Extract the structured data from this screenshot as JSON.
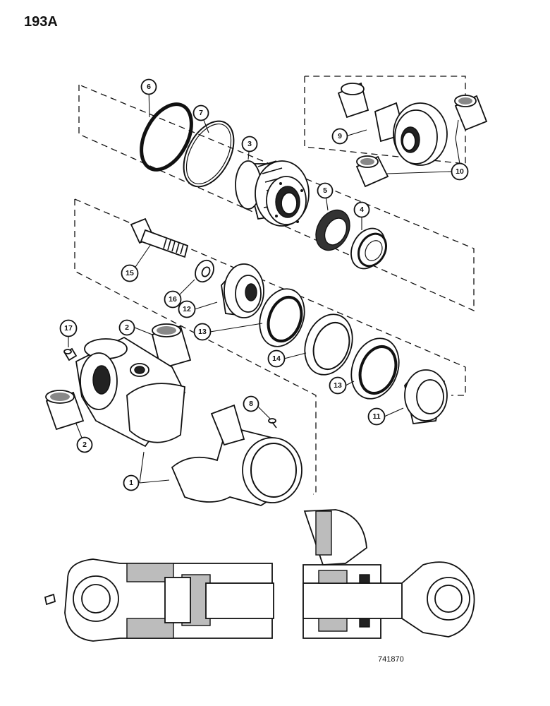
{
  "page_number": "193A",
  "drawing_number": "741870",
  "callouts": [
    {
      "label": "1"
    },
    {
      "label": "2"
    },
    {
      "label": "2"
    },
    {
      "label": "3"
    },
    {
      "label": "4"
    },
    {
      "label": "5"
    },
    {
      "label": "6"
    },
    {
      "label": "7"
    },
    {
      "label": "8"
    },
    {
      "label": "9"
    },
    {
      "label": "10"
    },
    {
      "label": "11"
    },
    {
      "label": "12"
    },
    {
      "label": "13"
    },
    {
      "label": "13"
    },
    {
      "label": "14"
    },
    {
      "label": "15"
    },
    {
      "label": "16"
    },
    {
      "label": "17"
    }
  ]
}
